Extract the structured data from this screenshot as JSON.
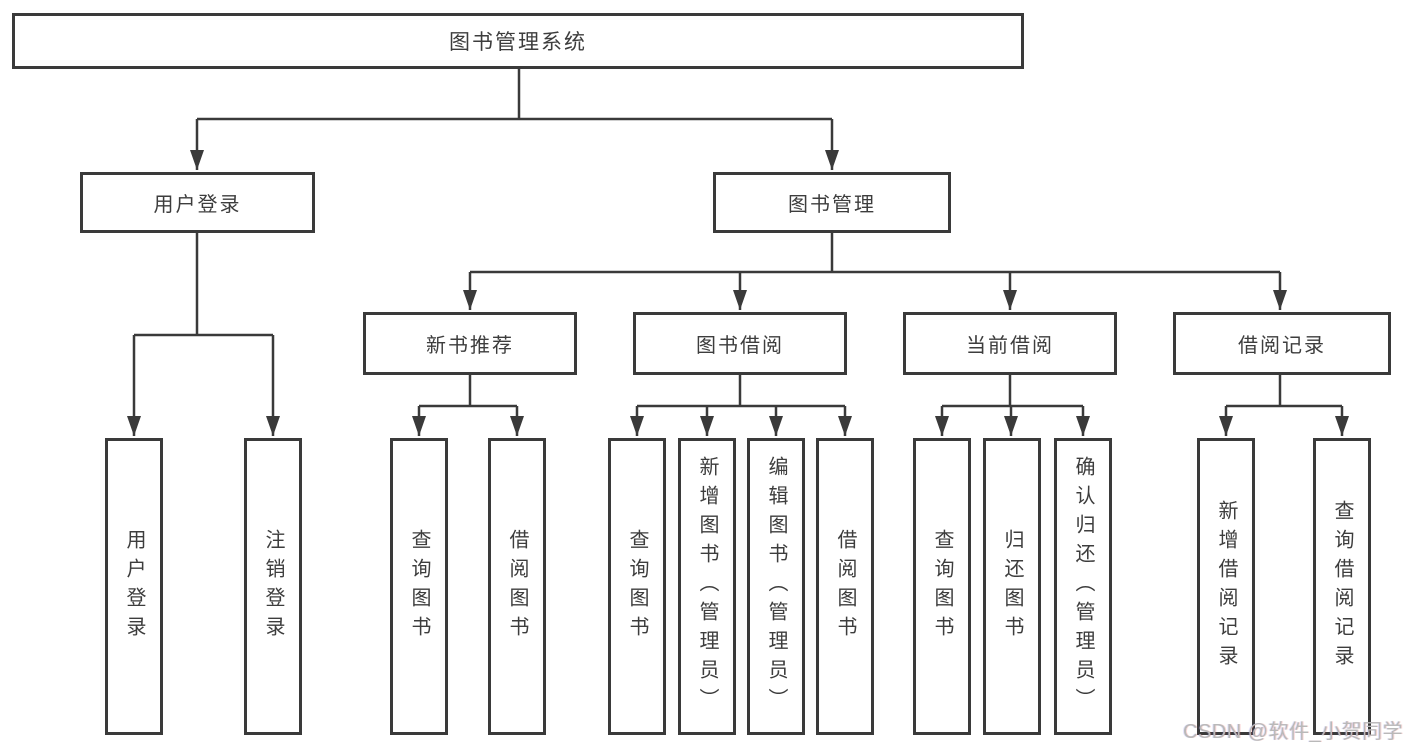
{
  "title": "图书管理系统",
  "level1": {
    "user_login": "用户登录",
    "book_manage": "图书管理"
  },
  "level2": {
    "new_books": "新书推荐",
    "book_borrow": "图书借阅",
    "current_borrow": "当前借阅",
    "borrow_records": "借阅记录"
  },
  "leaves": {
    "user_login": [
      "用户登录",
      "注销登录"
    ],
    "new_books": [
      "查询图书",
      "借阅图书"
    ],
    "book_borrow": [
      "查询图书",
      "新增图书（管理员）",
      "编辑图书（管理员）",
      "借阅图书"
    ],
    "current_borrow": [
      "查询图书",
      "归还图书",
      "确认归还（管理员）"
    ],
    "borrow_records": [
      "新增借阅记录",
      "查询借阅记录"
    ]
  },
  "watermark": "CSDN @软件_小贺同学",
  "colors": {
    "line": "#3a3a3a",
    "text": "#3d3d3d",
    "box_fill": "#ffffff",
    "background": "#ffffff",
    "watermark": "#b9b9b9"
  }
}
